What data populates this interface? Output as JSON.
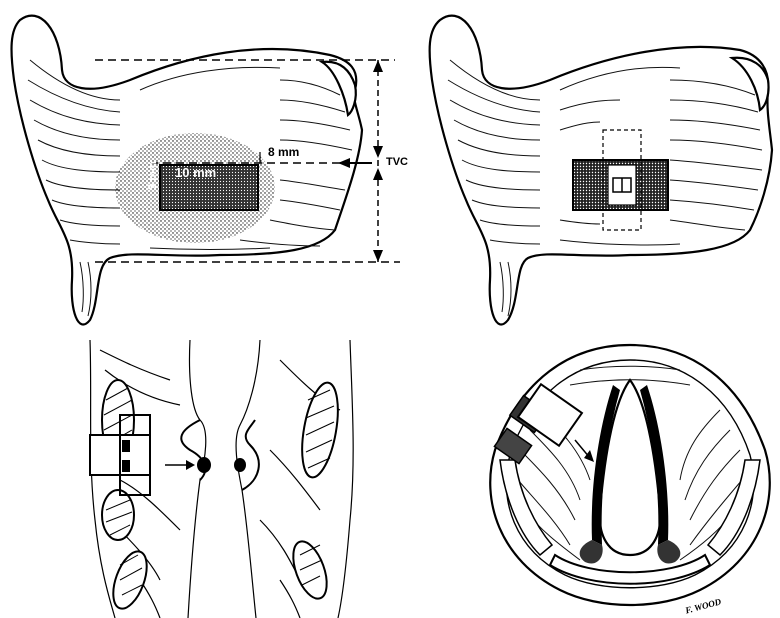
{
  "figure": {
    "panel_a": {
      "width_label": "10 mm",
      "height_label": "5 mm",
      "offset_label": "8 mm",
      "tvc_label": "TVC"
    },
    "panel_d": {
      "signature": "F. WOOD"
    }
  },
  "colors": {
    "ink": "#000000",
    "paper": "#ffffff"
  }
}
